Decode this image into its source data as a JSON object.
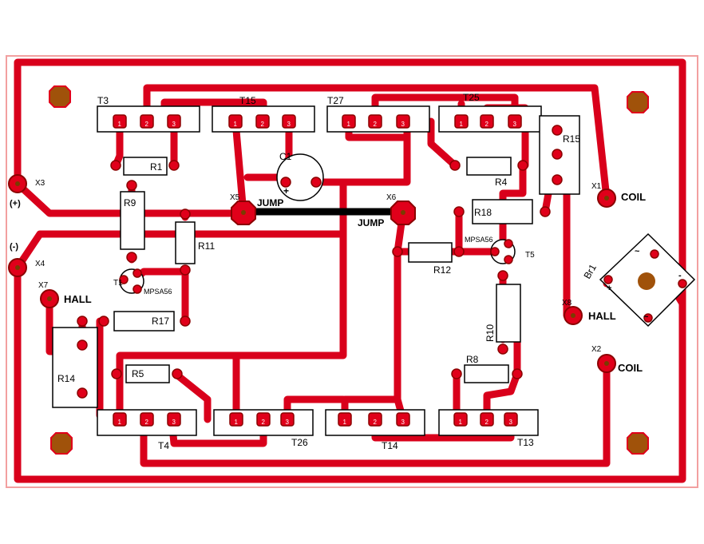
{
  "board": {
    "colors": {
      "copper": "#d9001b",
      "pad": "#e0001a",
      "pad_ring": "#8b0000",
      "hole": "#7a3b00",
      "mount_hole": "#a0520a",
      "outline": "#000000",
      "jumper": "#000000",
      "edge": "#f2a0a0"
    }
  },
  "labels": {
    "T3": "T3",
    "T15": "T15",
    "T27": "T27",
    "T25": "T25",
    "T4": "T4",
    "T26": "T26",
    "T14": "T14",
    "T13": "T13",
    "T1": "T1",
    "T5": "T5",
    "T1_type": "MPSA56",
    "T5_type": "MPSA56",
    "R1": "R1",
    "R4": "R4",
    "R5": "R5",
    "R8": "R8",
    "R9": "R9",
    "R10": "R10",
    "R11": "R11",
    "R12": "R12",
    "R14": "R14",
    "R15": "R15",
    "R17": "R17",
    "R18": "R18",
    "C1": "C1",
    "C1_plus": "+",
    "Br1": "Br1",
    "X1": "X1",
    "X2": "X2",
    "X3": "X3",
    "X4": "X4",
    "X5": "X5",
    "X6": "X6",
    "X7": "X7",
    "X8": "X8",
    "plus": "(+)",
    "minus": "(-)",
    "coil1": "COIL",
    "coil2": "COIL",
    "hall1": "HALL",
    "hall2": "HALL",
    "jump1": "JUMP",
    "jump2": "JUMP",
    "br_tilde1": "~",
    "br_tilde2": "~",
    "br_plus": "+",
    "br_minus": "-"
  },
  "pin_numbers": [
    "1",
    "2",
    "3"
  ]
}
